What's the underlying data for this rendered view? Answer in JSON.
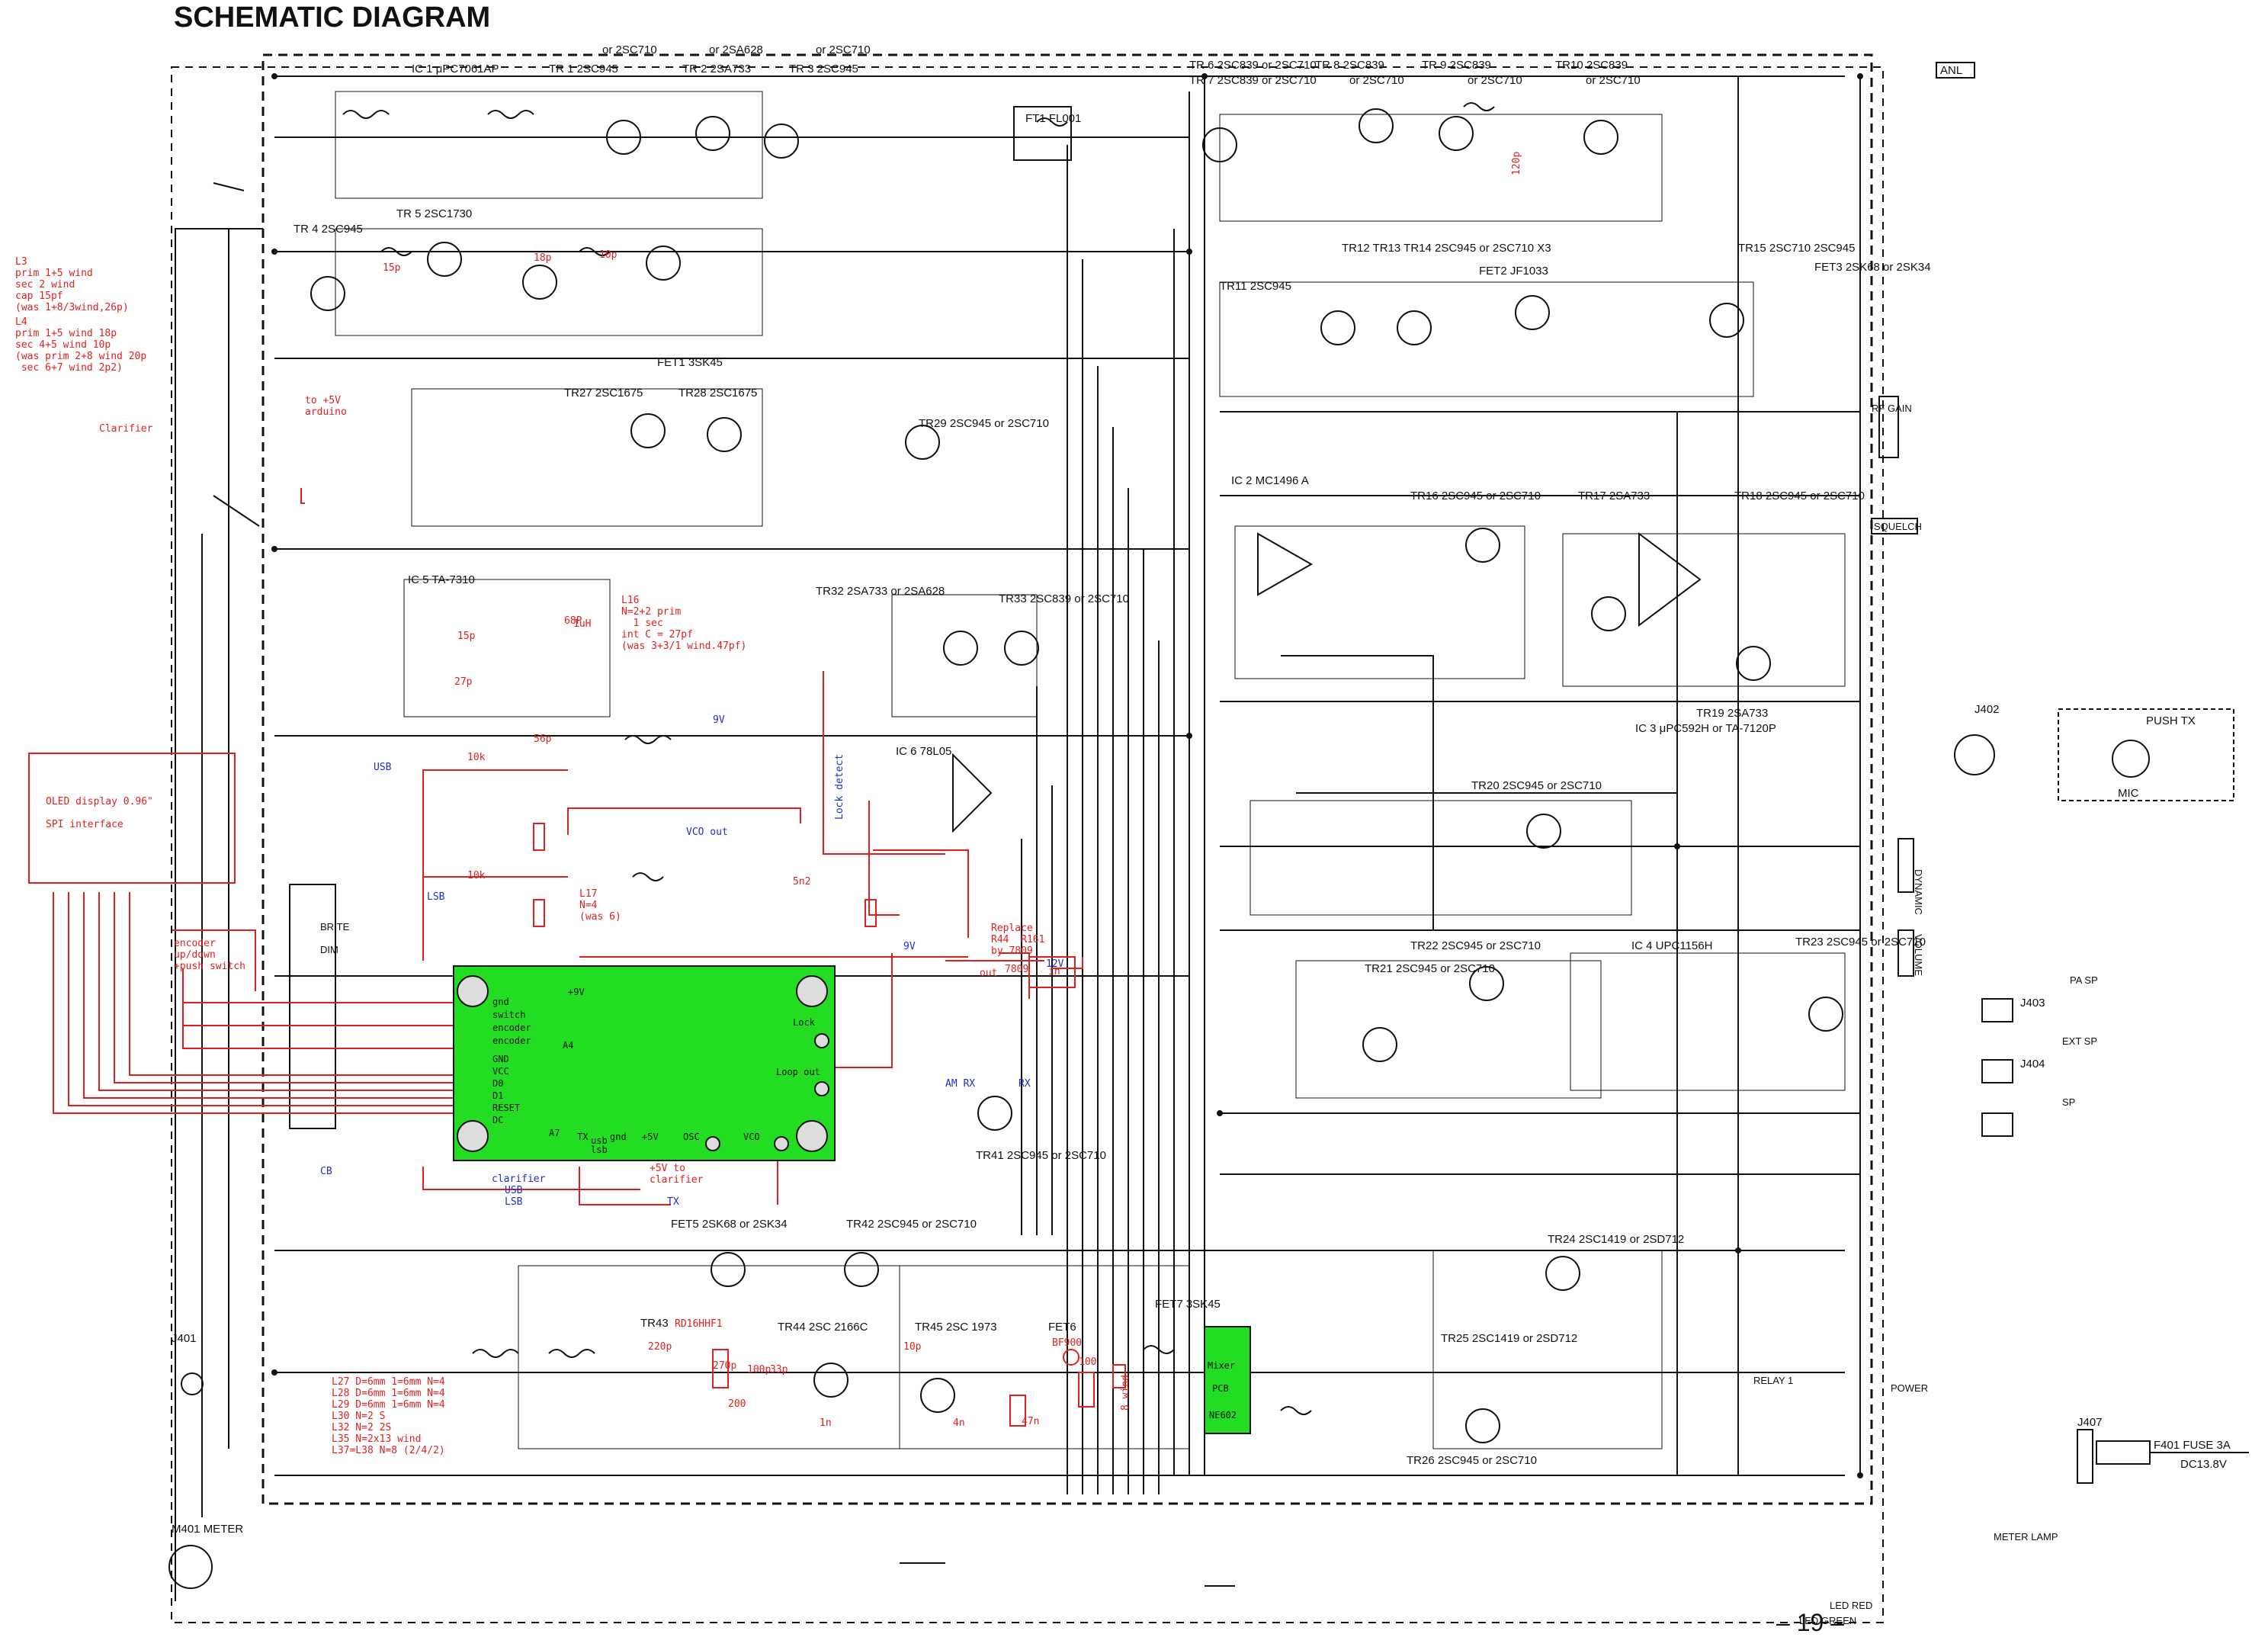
{
  "title": "SCHEMATIC DIAGRAM",
  "page_number": "– 19 –",
  "colors": {
    "ink": "#111111",
    "annotation": "#e02020",
    "signal": "#2030c0",
    "module": "#22dd22"
  },
  "notes": {
    "l3": "L3\nprim 1+5 wind\nsec 2 wind\ncap 15pf\n(was 1+8/3wind,26p)",
    "l4": "L4\nprim 1+5 wind 18p\nsec 4+5 wind 10p\n(was prim 2+8 wind 20p\n sec 6+7 wind 2p2)",
    "l16": "L16\nN=2+2 prim\n  1 sec\nint C = 27pf\n(was 3+3/1 wind.47pf)",
    "l17": "L17\nN=4\n(was 6)",
    "replace": "Replace\nR44  R161\nby 7809",
    "coils": "L27 D=6mm 1=6mm N=4\nL28 D=6mm 1=6mm N=4\nL29 D=6mm 1=6mm N=4\nL30 N=2 S\nL32 N=2 2S\nL35 N=2x13 wind\nL37=L38 N=8 (2/4/2)",
    "clarifier": "Clarifier",
    "arduino": "to +5V\narduino",
    "encoder": "encoder\nup/down\n+push switch"
  },
  "oled": {
    "line1": "OLED display 0.96\"",
    "line2": "SPI interface"
  },
  "green_board": {
    "pins_left": [
      "gnd",
      "switch",
      "encoder",
      "encoder",
      "GND",
      "VCC",
      "D0",
      "D1",
      "RESET",
      "DC"
    ],
    "pin_a4": "A4",
    "pin_9v": "+9V",
    "pins_right": [
      "Lock",
      "Loop out"
    ],
    "pins_bottom": [
      "A7",
      "TX",
      "usb",
      "lsb",
      "gnd",
      "+5V",
      "OSC",
      "VCO"
    ],
    "below_5v": "+5V to\nclarifier"
  },
  "mixer": {
    "line1": "Mixer",
    "line2": "PCB",
    "line3": "NE602"
  },
  "reg_7809": {
    "label": "7809",
    "out": "out",
    "in": "in",
    "v12": "12V",
    "v9": "9V"
  },
  "signals": {
    "usb": "USB",
    "lsb": "LSB",
    "cb": "CB",
    "tx": "TX",
    "nine_v": "9V",
    "vco_out": "VCO out",
    "lock_detect": "Lock detect",
    "am_rx": "AM RX",
    "rx": "RX",
    "clarifier": "clarifier",
    "usb2": "USB",
    "lsb2": "LSB"
  },
  "red_values": {
    "r142": "10k",
    "r154": "10k",
    "c132": "56p",
    "c153": "68P",
    "uh": "1uH",
    "p15": "15p",
    "p27": "27p",
    "p5n2": "5n2",
    "p270": "270p",
    "p220": "220p",
    "p100": "100p",
    "p33": "33p",
    "p1n": "1n",
    "p4n7": "47n",
    "p10p": "10p",
    "bf900": "BF900",
    "rd16": "RD16HHF1",
    "wind": "8 wind",
    "p120": "120p",
    "p15b": "15p",
    "p18": "18p",
    "p10": "10p",
    "r200": "200",
    "r100": "100",
    "p4n": "4n"
  },
  "blocks": [
    {
      "id": "ic1",
      "text": "IC 1  μPC7061AP"
    },
    {
      "id": "tr1",
      "text": "TR 1  2SC945"
    },
    {
      "id": "tr2",
      "text": "TR 2  2SA733"
    },
    {
      "id": "tr3",
      "text": "TR 3  2SC945"
    },
    {
      "id": "tr2or",
      "text": "or 2SA628"
    },
    {
      "id": "tr3or",
      "text": "or 2SC710"
    },
    {
      "id": "tr1or",
      "text": "or 2SC710"
    },
    {
      "id": "tr6",
      "text": "TR 6  2SC839  or 2SC710"
    },
    {
      "id": "tr7",
      "text": "TR 7  2SC839  or 2SC710"
    },
    {
      "id": "tr8",
      "text": "TR 8  2SC839"
    },
    {
      "id": "tr9",
      "text": "TR 9  2SC839"
    },
    {
      "id": "tr10",
      "text": "TR10  2SC839"
    },
    {
      "id": "tr8or",
      "text": "or 2SC710"
    },
    {
      "id": "tr9or",
      "text": "or 2SC710"
    },
    {
      "id": "tr10or",
      "text": "or 2SC710"
    },
    {
      "id": "ft1",
      "text": "FT1  FL001"
    },
    {
      "id": "tr4",
      "text": "TR 4   2SC945"
    },
    {
      "id": "tr5",
      "text": "TR 5  2SC1730"
    },
    {
      "id": "fet1",
      "text": "FET1  3SK45"
    },
    {
      "id": "tr11",
      "text": "TR11  2SC945"
    },
    {
      "id": "tr12",
      "text": "TR12  TR13  TR14  2SC945 or 2SC710 X3"
    },
    {
      "id": "fet2",
      "text": "FET2  JF1033"
    },
    {
      "id": "tr15",
      "text": "TR15  2SC710  2SC945"
    },
    {
      "id": "fet3",
      "text": "FET3  2SK68  or 2SK34"
    },
    {
      "id": "tr27",
      "text": "TR27  2SC1675"
    },
    {
      "id": "tr28",
      "text": "TR28  2SC1675"
    },
    {
      "id": "tr29",
      "text": "TR29  2SC945  or 2SC710"
    },
    {
      "id": "ic2",
      "text": "IC 2   MC1496 A"
    },
    {
      "id": "tr16",
      "text": "TR16  2SC945  or 2SC710"
    },
    {
      "id": "tr17",
      "text": "TR17  2SA733"
    },
    {
      "id": "tr18",
      "text": "TR18  2SC945  or 2SC710"
    },
    {
      "id": "ic5",
      "text": "IC 5   TA-7310"
    },
    {
      "id": "tr32",
      "text": "TR32  2SA733  or 2SA628"
    },
    {
      "id": "tr33",
      "text": "TR33  2SC839  or 2SC710"
    },
    {
      "id": "ic6",
      "text": "IC 6   78L05"
    },
    {
      "id": "ic3",
      "text": "IC 3   μPC592H  or TA-7120P"
    },
    {
      "id": "tr19",
      "text": "TR19  2SA733"
    },
    {
      "id": "tr20",
      "text": "TR20  2SC945  or 2SC710"
    },
    {
      "id": "tr22",
      "text": "TR22  2SC945  or 2SC710"
    },
    {
      "id": "tr21",
      "text": "TR21  2SC945  or 2SC710"
    },
    {
      "id": "ic4",
      "text": "IC 4   UPC1156H"
    },
    {
      "id": "tr23",
      "text": "TR23  2SC945  or 2SC710"
    },
    {
      "id": "tr41",
      "text": "TR41  2SC945  or 2SC710"
    },
    {
      "id": "fet5",
      "text": "FET5  2SK68  or 2SK34"
    },
    {
      "id": "tr42",
      "text": "TR42  2SC945  or 2SC710"
    },
    {
      "id": "tr43",
      "text": "TR43"
    },
    {
      "id": "tr44",
      "text": "TR44  2SC 2166C"
    },
    {
      "id": "tr45",
      "text": "TR45  2SC 1973"
    },
    {
      "id": "fet6",
      "text": "FET6"
    },
    {
      "id": "fet7",
      "text": "FET7  3SK45"
    },
    {
      "id": "tr24",
      "text": "TR24  2SC1419 or 2SD712"
    },
    {
      "id": "tr25",
      "text": "TR25  2SC1419  or 2SD712"
    },
    {
      "id": "tr26",
      "text": "TR26  2SC945  or 2SC710"
    },
    {
      "id": "j401",
      "text": "J401"
    },
    {
      "id": "m401",
      "text": "M401  METER"
    },
    {
      "id": "j402",
      "text": "J402"
    },
    {
      "id": "j403",
      "text": "J403"
    },
    {
      "id": "j404",
      "text": "J404"
    },
    {
      "id": "j407",
      "text": "J407"
    },
    {
      "id": "f401",
      "text": "F401  FUSE 3A"
    },
    {
      "id": "dc",
      "text": "DC13.8V"
    },
    {
      "id": "push",
      "text": "PUSH TX"
    },
    {
      "id": "mic",
      "text": "MIC"
    },
    {
      "id": "anl",
      "text": "ANL"
    },
    {
      "id": "rfgain",
      "text": "RF GAIN"
    },
    {
      "id": "squelch",
      "text": "SQUELCH"
    },
    {
      "id": "dynamic",
      "text": "DYNAMIC"
    },
    {
      "id": "volume",
      "text": "VOLUME"
    },
    {
      "id": "power",
      "text": "POWER"
    },
    {
      "id": "brite",
      "text": "BRITE"
    },
    {
      "id": "dim",
      "text": "DIM"
    },
    {
      "id": "pasp",
      "text": "PA SP"
    },
    {
      "id": "extsp",
      "text": "EXT SP"
    },
    {
      "id": "sp",
      "text": "SP"
    },
    {
      "id": "relay",
      "text": "RELAY 1"
    },
    {
      "id": "ledred",
      "text": "LED RED"
    },
    {
      "id": "ledgreen",
      "text": "LED GREEN"
    },
    {
      "id": "meterlamp",
      "text": "METER LAMP"
    }
  ]
}
